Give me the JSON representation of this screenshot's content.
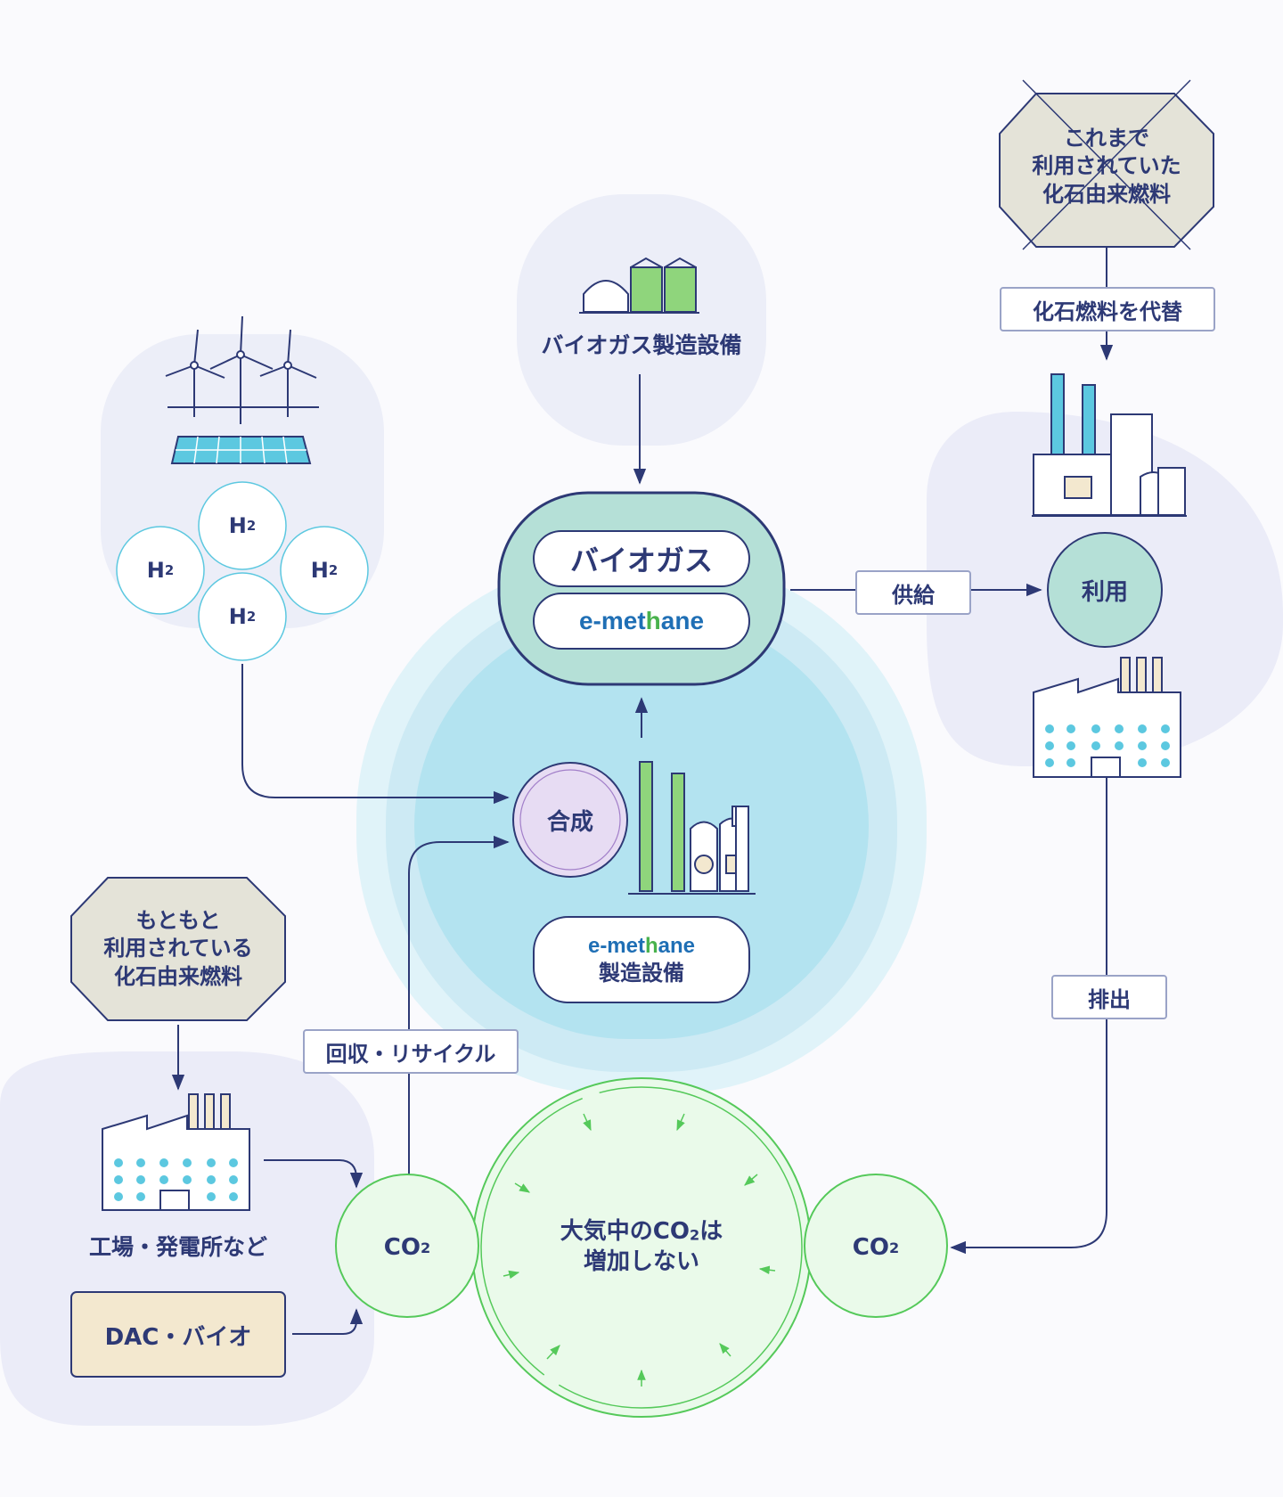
{
  "sources": {
    "biogas_plant": "バイオガス製造設備",
    "hydrogen": [
      "H",
      "2"
    ]
  },
  "hub": {
    "top_label": "バイオガス",
    "emethane_logo": {
      "prefix": "e-met",
      "h": "h",
      "suffix": "ane"
    },
    "synthesis": "合成",
    "plant_label_line2": "製造設備"
  },
  "fossil_replaced": {
    "lines": [
      "これまで",
      "利用されていた",
      "化石由来燃料"
    ],
    "tag": "化石燃料を代替"
  },
  "usage": {
    "supply_tag": "供給",
    "use_label": "利用",
    "emit_tag": "排出"
  },
  "fossil_existing": {
    "lines": [
      "もともと",
      "利用されている",
      "化石由来燃料"
    ],
    "factory_label": "工場・発電所など",
    "dac_bio": "DAC・バイオ"
  },
  "co2": {
    "text": "CO",
    "sub": "2",
    "recycle_tag": "回収・リサイクル",
    "center_line1_a": "大気中のCO",
    "center_line1_sub": "2",
    "center_line1_b": "は",
    "center_line2": "増加しない"
  },
  "colors": {
    "navy": "#2d3975",
    "green": "#55c95a",
    "lightgreen": "#eafaea",
    "teal": "#b5e0d7",
    "lightblue": "#b3e3f0",
    "lavender": "#ebecf8",
    "beige": "#f3e8cf",
    "taupe": "#e4e3d8",
    "purple": "#e7dcf3",
    "cyan": "#5cc8e0"
  },
  "icons": [
    "wind-turbine-icon",
    "solar-panel-icon",
    "gas-tank-icon",
    "chemical-plant-icon",
    "factory-icon",
    "refinery-icon"
  ]
}
